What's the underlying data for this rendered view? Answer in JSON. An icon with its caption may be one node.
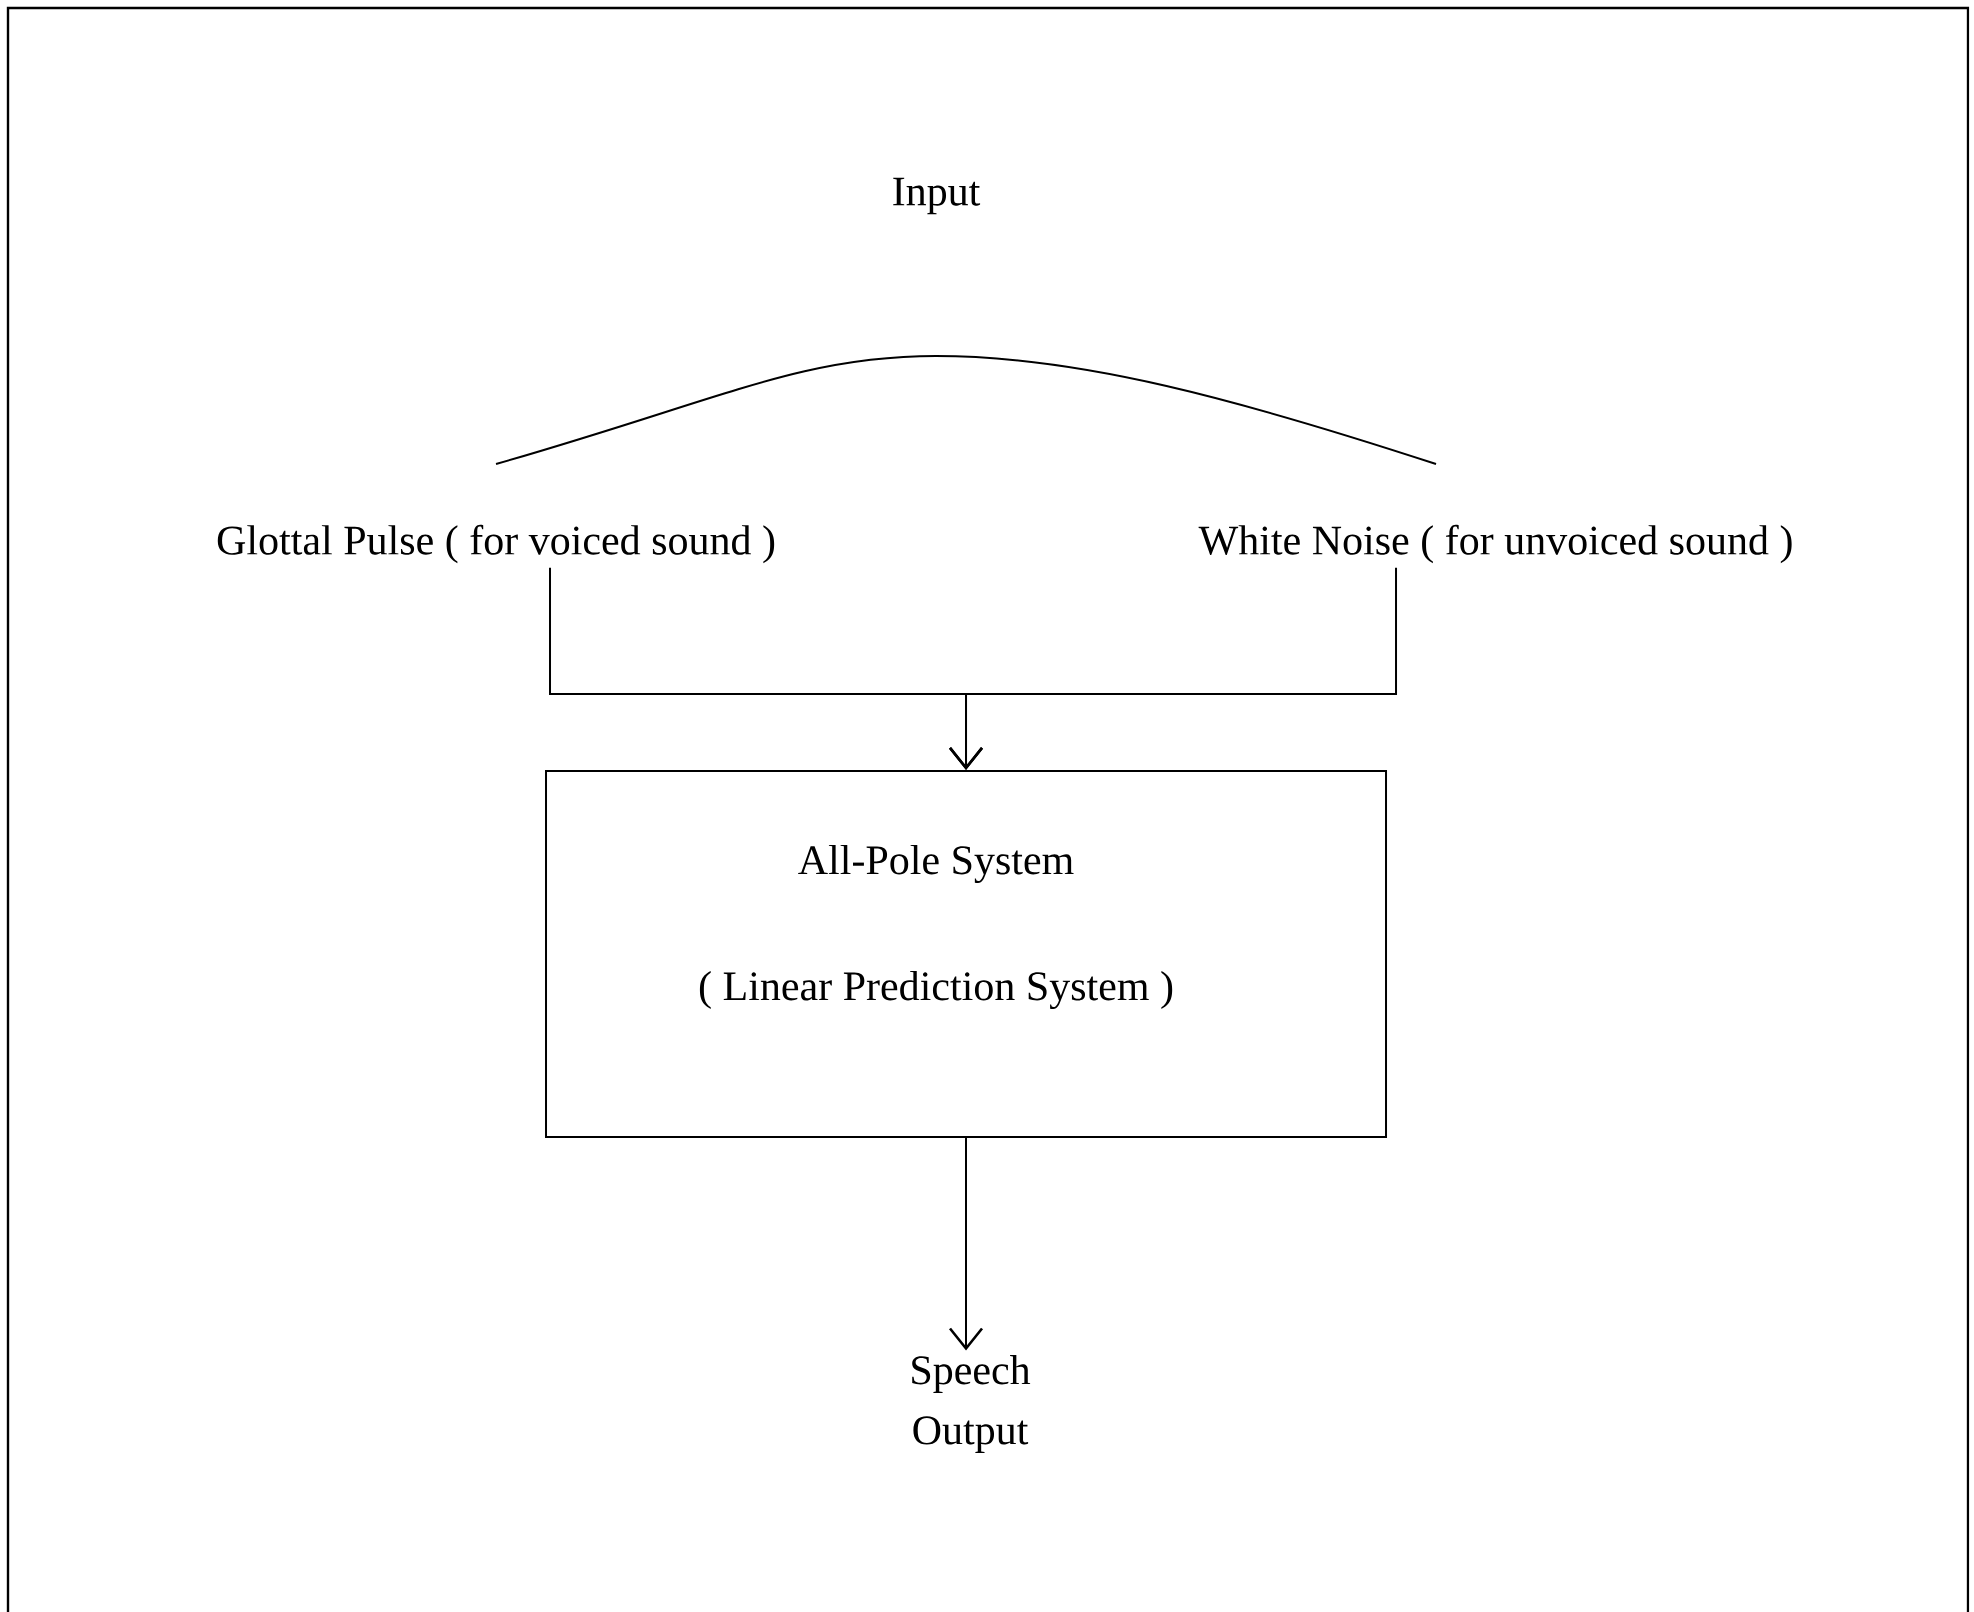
{
  "diagram": {
    "nodes": [
      {
        "text": [
          "Glottal Pulse ( for voiced sound )"
        ]
      },
      {
        "text": [
          "White Noise ( for unvoiced sound )"
        ]
      },
      {
        "text": [
          "All-Pole System",
          "( Linear Prediction System )"
        ]
      },
      {
        "text": [
          "Speech Output"
        ]
      }
    ],
    "edges": [
      {
        "from": 0,
        "to": 2,
        "arrow": "to"
      },
      {
        "from": 1,
        "to": 2,
        "arrow": "to"
      },
      {
        "from": 2,
        "to": 3,
        "arrow": "to"
      }
    ],
    "labels": [
      "Input"
    ]
  }
}
